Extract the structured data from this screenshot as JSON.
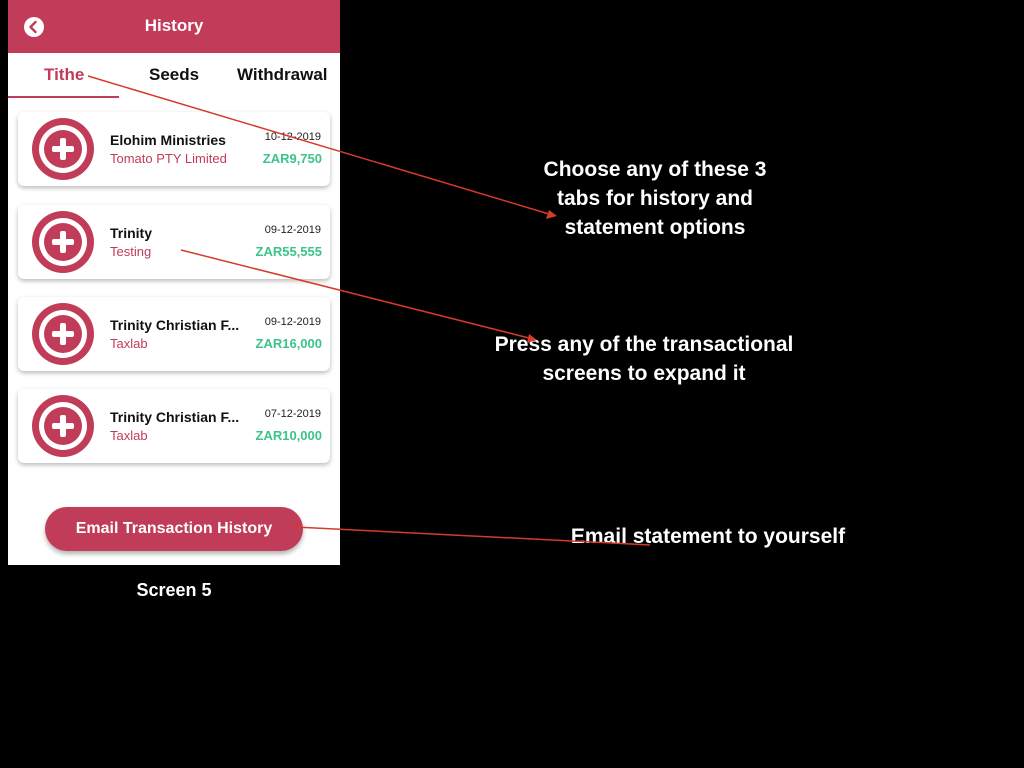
{
  "header": {
    "title": "History",
    "back_icon": "back-arrow-icon"
  },
  "tabs": [
    {
      "label": "Tithe",
      "active": true
    },
    {
      "label": "Seeds",
      "active": false
    },
    {
      "label": "Withdrawal",
      "active": false
    }
  ],
  "transactions": [
    {
      "name": "Elohim Ministries",
      "sub": "Tomato PTY Limited",
      "date": "10-12-2019",
      "amount": "ZAR9,750"
    },
    {
      "name": "Trinity",
      "sub": "Testing",
      "date": "09-12-2019",
      "amount": "ZAR55,555"
    },
    {
      "name": "Trinity Christian F...",
      "sub": "Taxlab",
      "date": "09-12-2019",
      "amount": "ZAR16,000"
    },
    {
      "name": "Trinity Christian F...",
      "sub": "Taxlab",
      "date": "07-12-2019",
      "amount": "ZAR10,000"
    }
  ],
  "email_button": "Email Transaction History",
  "caption": "Screen 5",
  "annotations": {
    "tabs_note": "Choose any of these 3 tabs for history and statement options",
    "press_note": "Press any of the transactional screens to expand it",
    "email_note": "Email statement  to yourself"
  },
  "colors": {
    "brand": "#c13c58",
    "amount": "#3cc48a",
    "arrow": "#d63a2a",
    "background": "#000000"
  }
}
